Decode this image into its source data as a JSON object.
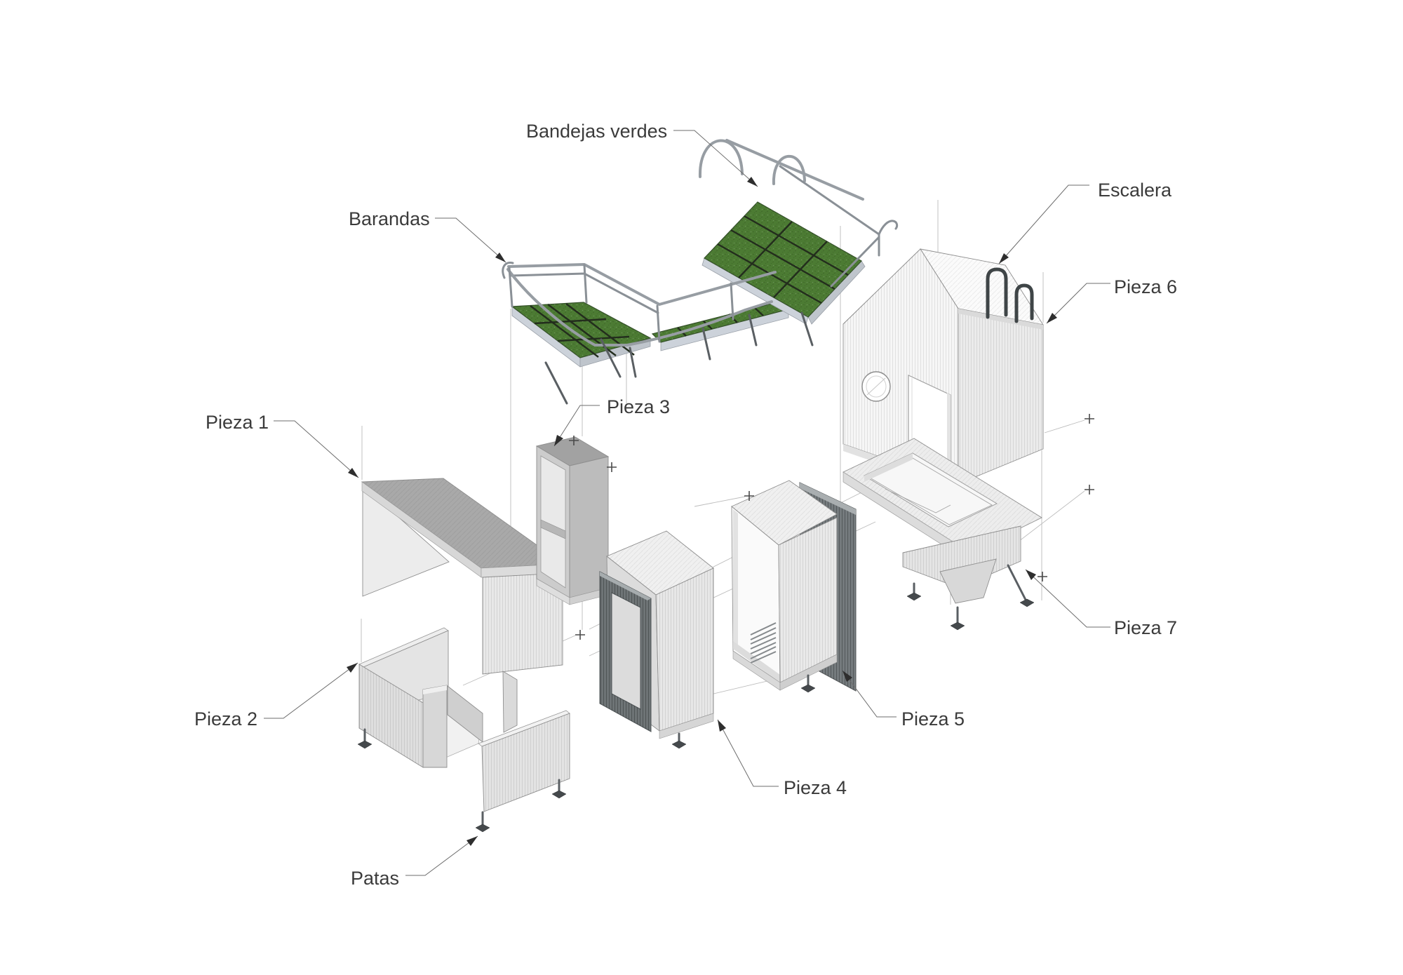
{
  "diagram": {
    "kind": "exploded-axonometric-assembly",
    "language": "es",
    "background": "#ffffff"
  },
  "labels": {
    "bandejas_verdes": "Bandejas verdes",
    "barandas": "Barandas",
    "escalera": "Escalera",
    "pieza_1": "Pieza 1",
    "pieza_2": "Pieza 2",
    "pieza_3": "Pieza 3",
    "pieza_4": "Pieza 4",
    "pieza_5": "Pieza 5",
    "pieza_6": "Pieza 6",
    "pieza_7": "Pieza 7",
    "patas": "Patas"
  },
  "colors": {
    "text": "#3b3b3b",
    "leader_line": "#6d6d6d",
    "guide_line": "#bcbcbc",
    "tray_green": "#4c7b33",
    "tray_frame": "#ccd2da",
    "rail_gray": "#979da3",
    "dark_panel": "#757b7e",
    "surface_top": "#a9a9a9",
    "surface_light": "#ededed"
  }
}
